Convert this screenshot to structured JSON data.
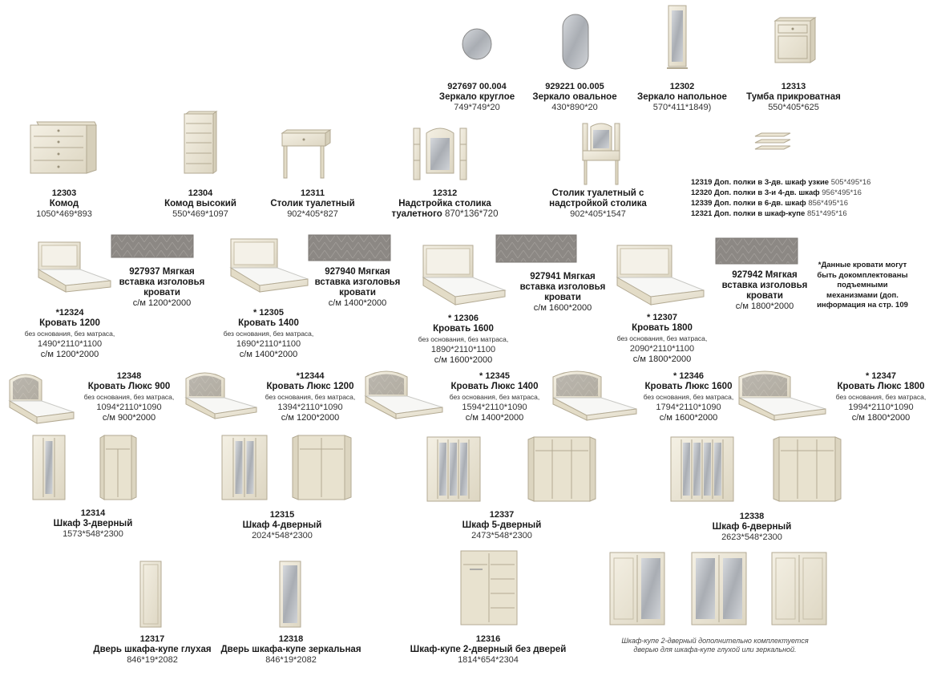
{
  "colors": {
    "ivory": "#efeadb",
    "ivory_dark": "#d9d2bd",
    "line": "#b3aa93",
    "mirror": "#c9ccd0",
    "headboard": "#8c8884",
    "sheet": "#f7f7f5"
  },
  "items": {
    "mirror_round": {
      "code": "927697 00.004",
      "name": "Зеркало круглое",
      "dims": "749*749*20"
    },
    "mirror_oval": {
      "code": "929221 00.005",
      "name": "Зеркало овальное",
      "dims": "430*890*20"
    },
    "mirror_floor": {
      "code": "12302",
      "name": "Зеркало напольное",
      "dims": "570*411*1849)"
    },
    "nightstand": {
      "code": "12313",
      "name": "Тумба прикроватная",
      "dims": "550*405*625"
    },
    "chest": {
      "code": "12303",
      "name": "Комод",
      "dims": "1050*469*893"
    },
    "chest_tall": {
      "code": "12304",
      "name": "Комод высокий",
      "dims": "550*469*1097"
    },
    "dressing_table": {
      "code": "12311",
      "name": "Столик туалетный",
      "dims": "902*405*827"
    },
    "superstructure": {
      "code": "12312",
      "name1": "Надстройка столика",
      "name2": "туалетного",
      "dims": "870*136*720"
    },
    "dressing_set": {
      "name1": "Столик туалетный с",
      "name2": "надстройкой столика",
      "dims": "902*405*1547"
    },
    "insert_1200": {
      "code_name": "927937 Мягкая",
      "l2": "вставка изголовья",
      "l3": "кровати",
      "size": "с/м 1200*2000"
    },
    "insert_1400": {
      "code_name": "927940 Мягкая",
      "l2": "вставка изголовья",
      "l3": "кровати",
      "size": "с/м 1400*2000"
    },
    "insert_1600": {
      "code_name": "927941 Мягкая",
      "l2": "вставка изголовья",
      "l3": "кровати",
      "size": "с/м 1600*2000"
    },
    "insert_1800": {
      "code_name": "927942 Мягкая",
      "l2": "вставка изголовья",
      "l3": "кровати",
      "size": "с/м 1800*2000"
    },
    "bed_1200": {
      "code": "*12324",
      "name": "Кровать 1200",
      "note": "без основания, без матраса,",
      "dims": "1490*2110*1100",
      "size": "с/м 1200*2000"
    },
    "bed_1400": {
      "code": "* 12305",
      "name": "Кровать 1400",
      "note": "без основания, без матраса,",
      "dims": "1690*2110*1100",
      "size": "с/м 1400*2000"
    },
    "bed_1600": {
      "code": "* 12306",
      "name": "Кровать 1600",
      "note": "без основания, без матраса,",
      "dims": "1890*2110*1100",
      "size": "с/м 1600*2000"
    },
    "bed_1800": {
      "code": "* 12307",
      "name": "Кровать 1800",
      "note": "без основания, без матраса,",
      "dims": "2090*2110*1100",
      "size": "с/м 1800*2000"
    },
    "lux_900": {
      "code": "12348",
      "name": "Кровать Люкс 900",
      "note": "без основания, без матраса,",
      "dims": "1094*2110*1090",
      "size": "с/м 900*2000"
    },
    "lux_1200": {
      "code": "*12344",
      "name": "Кровать Люкс 1200",
      "note": "без основания, без матраса,",
      "dims": "1394*2110*1090",
      "size": "с/м 1200*2000"
    },
    "lux_1400": {
      "code": "* 12345",
      "name": "Кровать Люкс 1400",
      "note": "без основания, без матраса,",
      "dims": "1594*2110*1090",
      "size": "с/м 1400*2000"
    },
    "lux_1600": {
      "code": "* 12346",
      "name": "Кровать Люкс  1600",
      "note": "без основания, без матраса,",
      "dims": "1794*2110*1090",
      "size": "с/м 1600*2000"
    },
    "lux_1800": {
      "code": "* 12347",
      "name": "Кровать Люкс 1800",
      "note": "без основания, без матраса,",
      "dims": "1994*2110*1090",
      "size": "с/м 1800*2000"
    },
    "ward_3": {
      "code": "12314",
      "name": "Шкаф 3-дверный",
      "dims": "1573*548*2300"
    },
    "ward_4": {
      "code": "12315",
      "name": "Шкаф 4-дверный",
      "dims": "2024*548*2300"
    },
    "ward_5": {
      "code": "12337",
      "name": "Шкаф 5-дверный",
      "dims": "2473*548*2300"
    },
    "ward_6": {
      "code": "12338",
      "name": "Шкаф 6-дверный",
      "dims": "2623*548*2300"
    },
    "door_blind": {
      "code": "12317",
      "name": "Дверь шкафа-купе глухая",
      "dims": "846*19*2082"
    },
    "door_mirror": {
      "code": "12318",
      "name": "Дверь шкафа-купе зеркальная",
      "dims": "846*19*2082"
    },
    "kupe": {
      "code": "12316",
      "name": "Шкаф-купе 2-дверный без дверей",
      "dims": "1814*654*2304"
    }
  },
  "shelves": [
    {
      "label": "12319 Доп. полки в 3-дв. шкаф узкие",
      "dims": "505*495*16"
    },
    {
      "label": "12320 Доп. полки в 3-и 4-дв. шкаф",
      "dims": "956*495*16"
    },
    {
      "label": "12339 Доп. полки в 6-дв. шкаф",
      "dims": "856*495*16"
    },
    {
      "label": "12321 Доп. полки в шкаф-купе",
      "dims": "851*495*16"
    }
  ],
  "footnote": "*Данные кровати могут быть докомплектованы подъемными механизмами (доп. информация на стр. 109",
  "kupe_note": "Шкаф-купе 2-дверный дополнительно комплектуется дверью для шкафа-купе глухой или зеркальной."
}
